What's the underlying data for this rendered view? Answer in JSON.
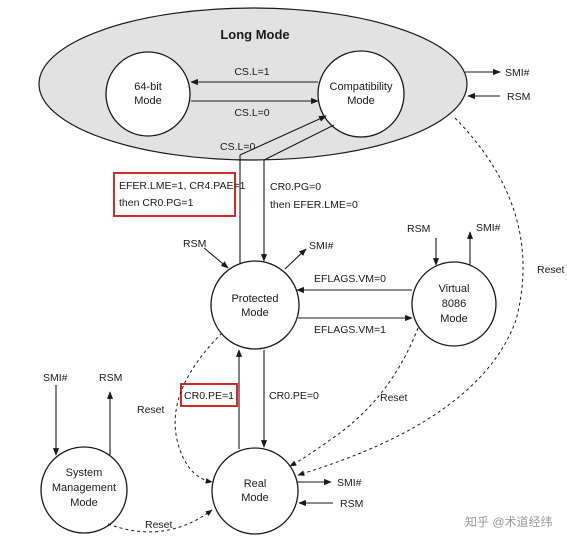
{
  "long_mode": {
    "title": "Long Mode"
  },
  "nodes": {
    "bit64": [
      "64-bit",
      "Mode"
    ],
    "compat": [
      "Compatibility",
      "Mode"
    ],
    "protected": [
      "Protected",
      "Mode"
    ],
    "virtual": [
      "Virtual",
      "8086",
      "Mode"
    ],
    "real": [
      "Real",
      "Mode"
    ],
    "smm": [
      "System",
      "Management",
      "Mode"
    ]
  },
  "labels": {
    "csl1": "CS.L=1",
    "csl0_top": "CS.L=0",
    "csl0_left": "CS.L=0",
    "efer_cond_1": "EFER.LME=1, CR4.PAE=1",
    "efer_cond_2": "then CR0.PG=1",
    "cr0pg0_1": "CR0.PG=0",
    "cr0pg0_2": "then EFER.LME=0",
    "eflags0": "EFLAGS.VM=0",
    "eflags1": "EFLAGS.VM=1",
    "cr0pe1": "CR0.PE=1",
    "cr0pe0": "CR0.PE=0",
    "reset_right": "Reset",
    "reset_left": "Reset",
    "reset_virtual": "Reset",
    "reset_smm": "Reset",
    "smi_long": "SMI#",
    "rsm_long": "RSM",
    "rsm_prot": "RSM",
    "smi_prot": "SMI#",
    "rsm_virt": "RSM",
    "smi_virt": "SMI#",
    "smi_smm": "SMI#",
    "rsm_smm": "RSM",
    "smi_real": "SMI#",
    "rsm_real": "RSM"
  },
  "watermark": "知乎 @术道经纬",
  "colors": {
    "ellipse_fill": "#e2e2e2",
    "highlight": "#d42a2a",
    "ink": "#1a1a1a"
  }
}
